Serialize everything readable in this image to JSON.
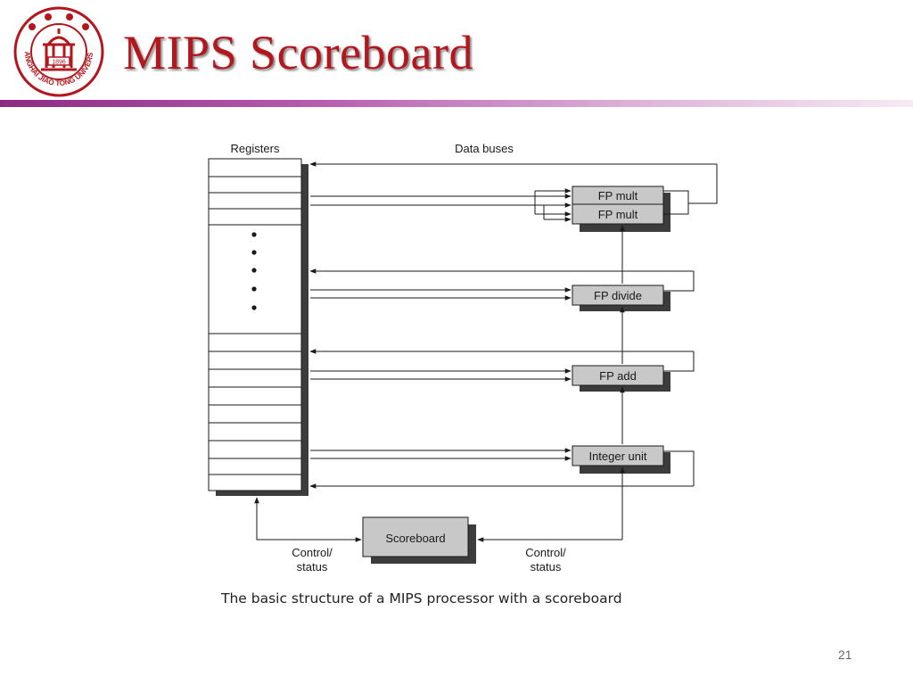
{
  "slide": {
    "title": "MIPS Scoreboard",
    "page_number": "21",
    "caption": "The basic structure of a MIPS processor with a scoreboard"
  },
  "logo": {
    "name": "Shanghai Jiao Tong University seal",
    "text_ring": "SHANGHAI JIAO TONG UNIVERSITY",
    "year": "1896",
    "color": "#b3171d"
  },
  "diagram": {
    "registers_label": "Registers",
    "data_buses_label": "Data buses",
    "units": {
      "fp_mult_1": "FP mult",
      "fp_mult_2": "FP mult",
      "fp_divide": "FP divide",
      "fp_add": "FP add",
      "integer_unit": "Integer unit"
    },
    "scoreboard": "Scoreboard",
    "control_left": [
      "Control/",
      "status"
    ],
    "control_right": [
      "Control/",
      "status"
    ]
  },
  "colors": {
    "title": "#b3171d",
    "unit_fill": "#c8c8c8",
    "shadow": "#3c3c3c"
  }
}
